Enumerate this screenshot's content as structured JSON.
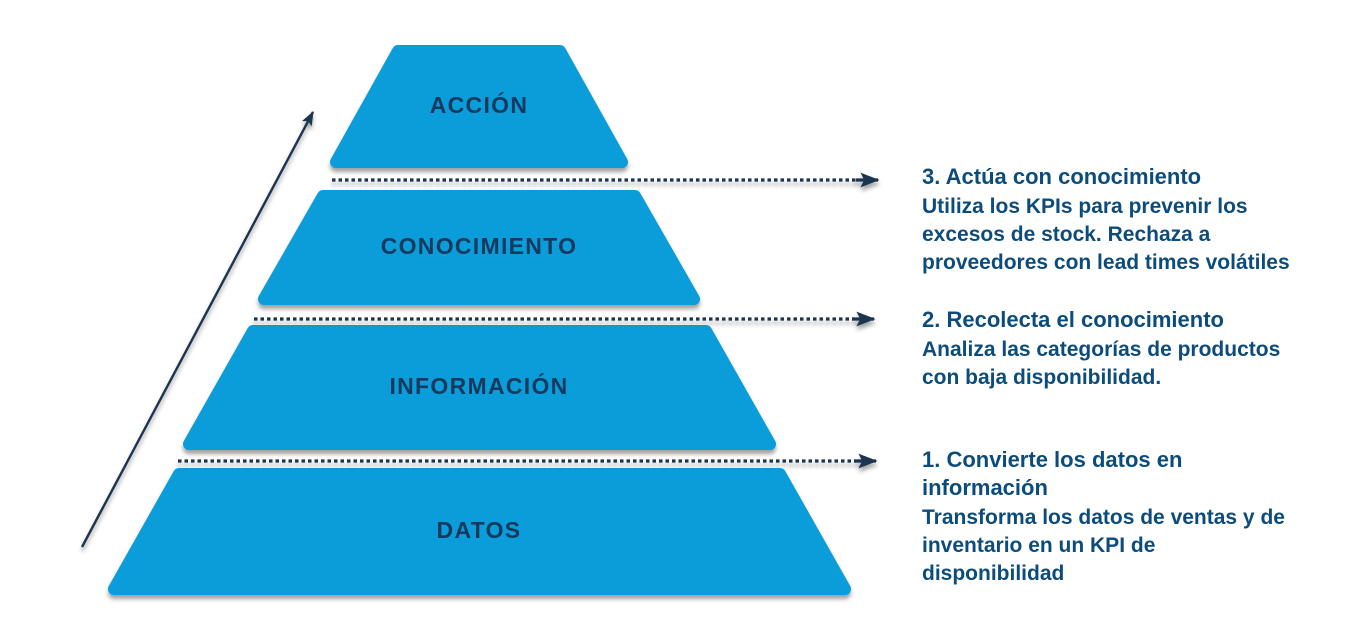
{
  "colors": {
    "background": "#ffffff",
    "pyramid_blue": "#0a9dd9",
    "label_navy": "#16395e",
    "text_blue": "#0c4c7d",
    "line_navy": "#1b3550"
  },
  "pyramid": {
    "levels": [
      {
        "id": "accion",
        "label": "ACCIÓN"
      },
      {
        "id": "conocimiento",
        "label": "CONOCIMIENTO"
      },
      {
        "id": "informacion",
        "label": "INFORMACIÓN"
      },
      {
        "id": "datos",
        "label": "DATOS"
      }
    ]
  },
  "annotations": [
    {
      "title": "3. Actúa con conocimiento",
      "body": [
        "Utiliza los KPIs para prevenir los",
        "excesos de stock. Rechaza a",
        "proveedores con lead times volátiles"
      ]
    },
    {
      "title": "2. Recolecta el conocimiento",
      "body": [
        "Analiza las categorías de productos",
        "con baja disponibilidad."
      ]
    },
    {
      "title": [
        "1. Convierte los datos en",
        "información"
      ],
      "body": [
        "Transforma los datos de ventas y de",
        "inventario en un KPI de",
        "disponibilidad"
      ]
    }
  ]
}
